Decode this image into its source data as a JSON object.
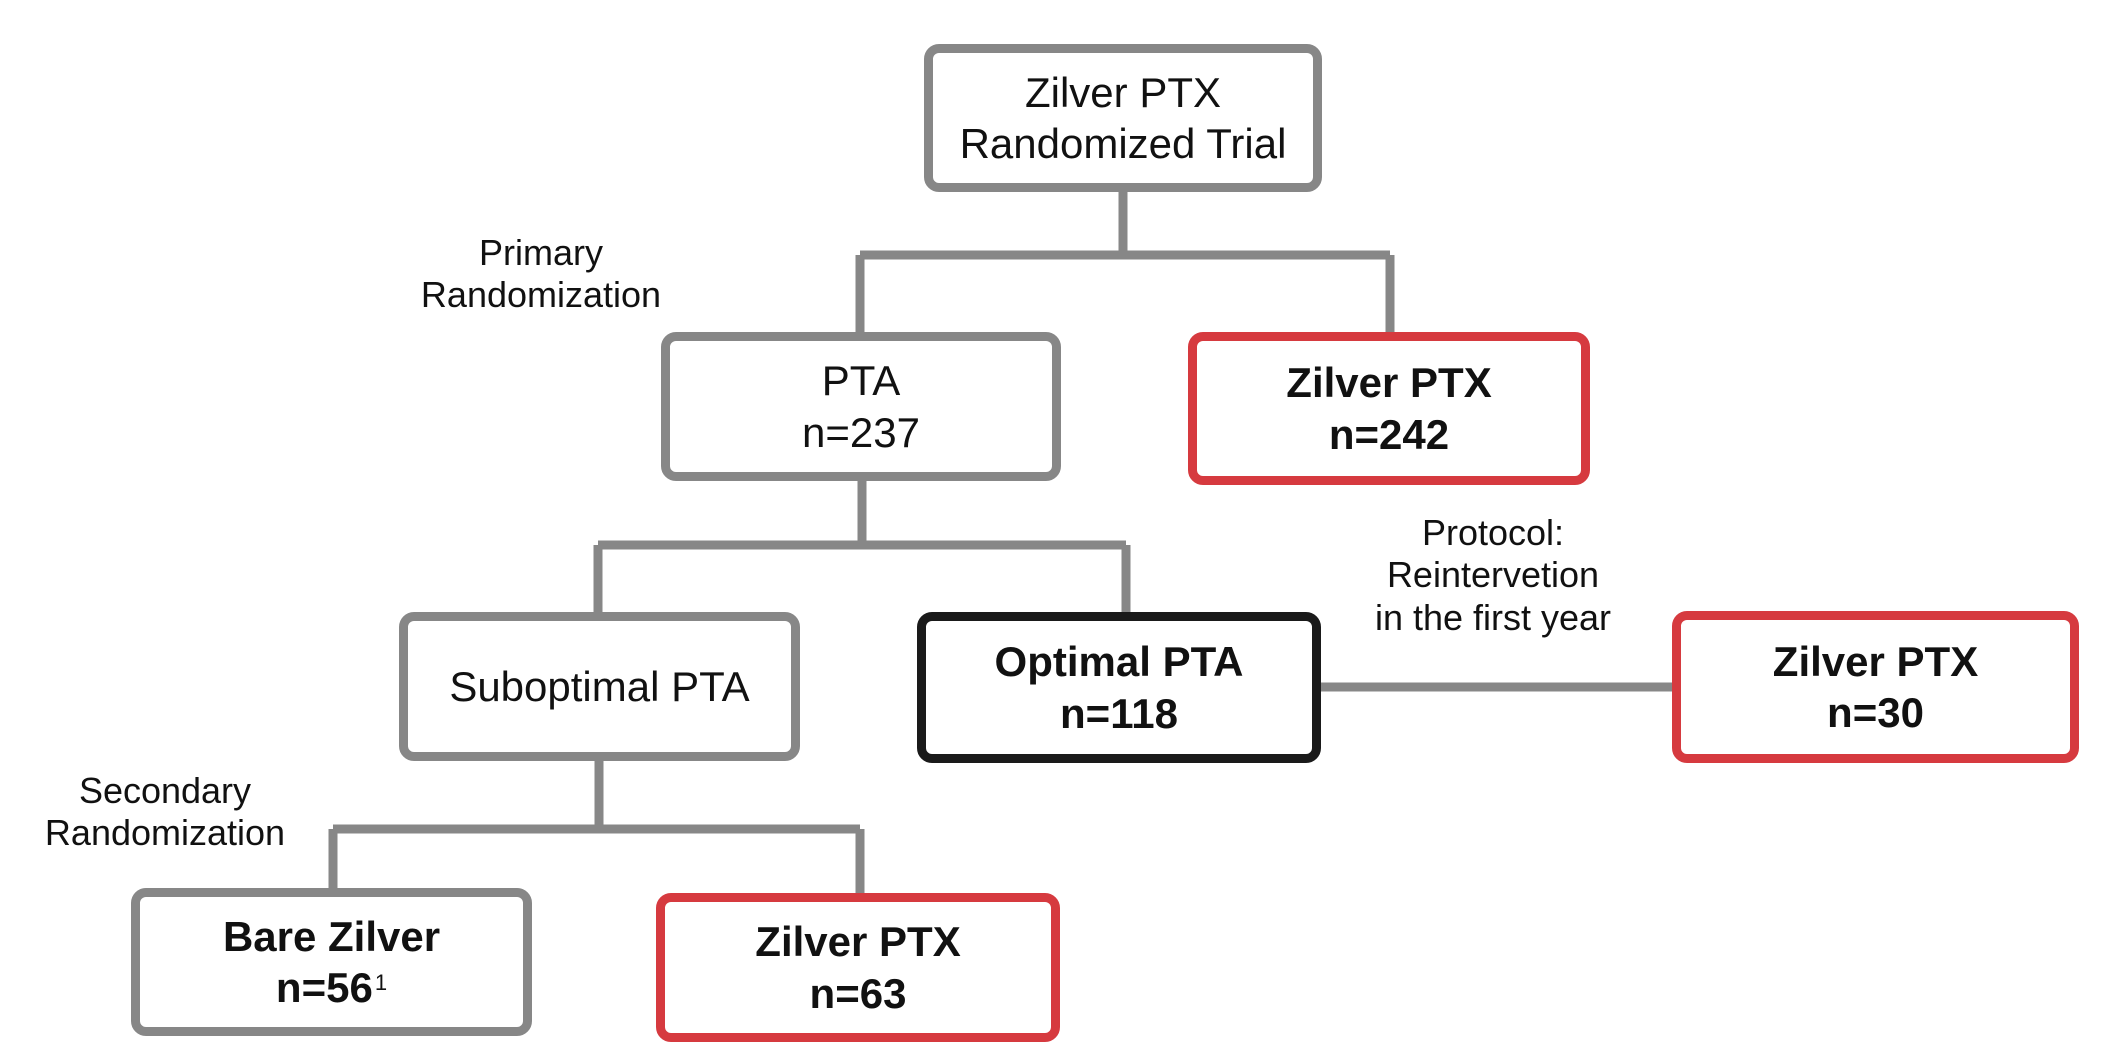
{
  "colors": {
    "connector": "#878787",
    "box_gray": "#878787",
    "box_red": "#d63a3f",
    "box_black": "#1a1a1a"
  },
  "nodes": {
    "trial": {
      "line1": "Zilver PTX",
      "line2": "Randomized Trial"
    },
    "pta": {
      "line1": "PTA",
      "line2": "n=237"
    },
    "zilver_primary": {
      "line1": "Zilver PTX",
      "line2": "n=242"
    },
    "suboptimal": {
      "line1": "Suboptimal PTA"
    },
    "optimal": {
      "line1": "Optimal PTA",
      "line2": "n=118"
    },
    "zilver_reintervention": {
      "line1": "Zilver PTX",
      "line2": "n=30"
    },
    "bare_zilver": {
      "line1": "Bare Zilver",
      "line2": "n=56",
      "footnote": "1"
    },
    "zilver_secondary": {
      "line1": "Zilver PTX",
      "line2": "n=63"
    }
  },
  "notes": {
    "primary": {
      "line1": "Primary",
      "line2": "Randomization"
    },
    "secondary": {
      "line1": "Secondary",
      "line2": "Randomization"
    },
    "protocol": {
      "line1": "Protocol:",
      "line2": "Reintervetion",
      "line3": "in the first year"
    }
  }
}
